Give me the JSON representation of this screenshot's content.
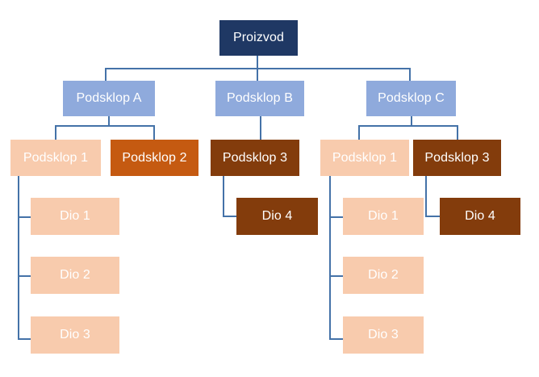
{
  "diagram": {
    "title": "Product structure tree (Proizvod / Podsklop / Dio)",
    "colors": {
      "root": "#1F3864",
      "subassembly": "#8FAADC",
      "peach": "#F8CBAD",
      "orange": "#C55A11",
      "brown": "#833C0C",
      "connector": "#4472A8",
      "background": "#FFFFFF",
      "text": "#FFFFFF"
    },
    "nodes": {
      "root": {
        "label": "Proizvod"
      },
      "level2": [
        {
          "label": "Podsklop A"
        },
        {
          "label": "Podsklop B"
        },
        {
          "label": "Podsklop C"
        }
      ],
      "level3": [
        {
          "label": "Podsklop 1"
        },
        {
          "label": "Podsklop 2"
        },
        {
          "label": "Podsklop 3"
        },
        {
          "label": "Podsklop 1"
        },
        {
          "label": "Podsklop 3"
        }
      ],
      "level4_left": [
        {
          "label": "Dio 1"
        },
        {
          "label": "Dio 2"
        },
        {
          "label": "Dio 3"
        }
      ],
      "level4_middle": [
        {
          "label": "Dio 4"
        }
      ],
      "level4_right_parts": [
        {
          "label": "Dio 1"
        },
        {
          "label": "Dio 2"
        },
        {
          "label": "Dio 3"
        }
      ],
      "level4_right_dio4": [
        {
          "label": "Dio 4"
        }
      ]
    }
  }
}
